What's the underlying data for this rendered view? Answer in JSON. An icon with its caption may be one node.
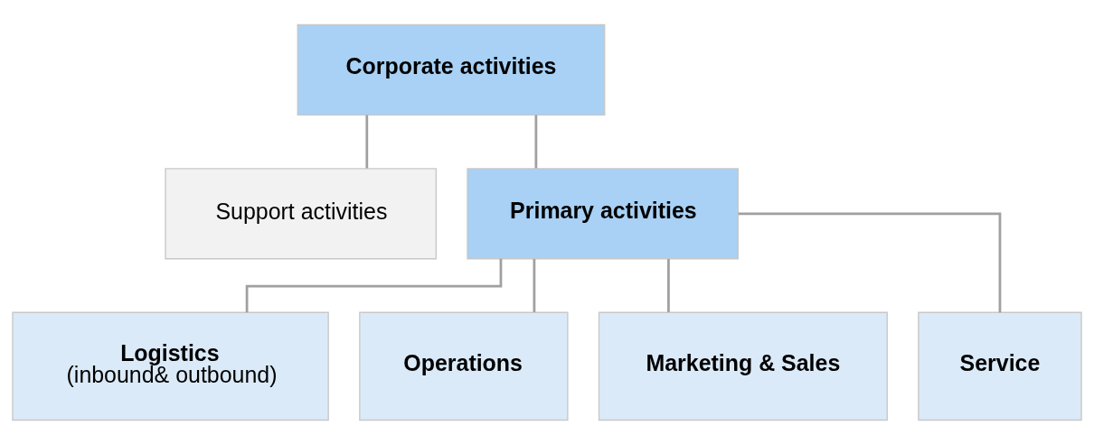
{
  "diagram": {
    "nodes": [
      {
        "text": [
          "Corporate activities"
        ]
      },
      {
        "text": [
          "Support activities"
        ]
      },
      {
        "text": [
          "Primary activities"
        ]
      },
      {
        "text": [
          "Logistics",
          "(inbound& outbound)"
        ]
      },
      {
        "text": [
          "Operations"
        ]
      },
      {
        "text": [
          "Marketing & Sales"
        ]
      },
      {
        "text": [
          "Service"
        ]
      }
    ],
    "edges": [
      {
        "from": 0,
        "to": 1,
        "arrow": "none"
      },
      {
        "from": 0,
        "to": 2,
        "arrow": "none"
      },
      {
        "from": 2,
        "to": 3,
        "arrow": "none"
      },
      {
        "from": 2,
        "to": 4,
        "arrow": "none"
      },
      {
        "from": 2,
        "to": 5,
        "arrow": "none"
      },
      {
        "from": 2,
        "to": 6,
        "arrow": "none"
      }
    ]
  }
}
